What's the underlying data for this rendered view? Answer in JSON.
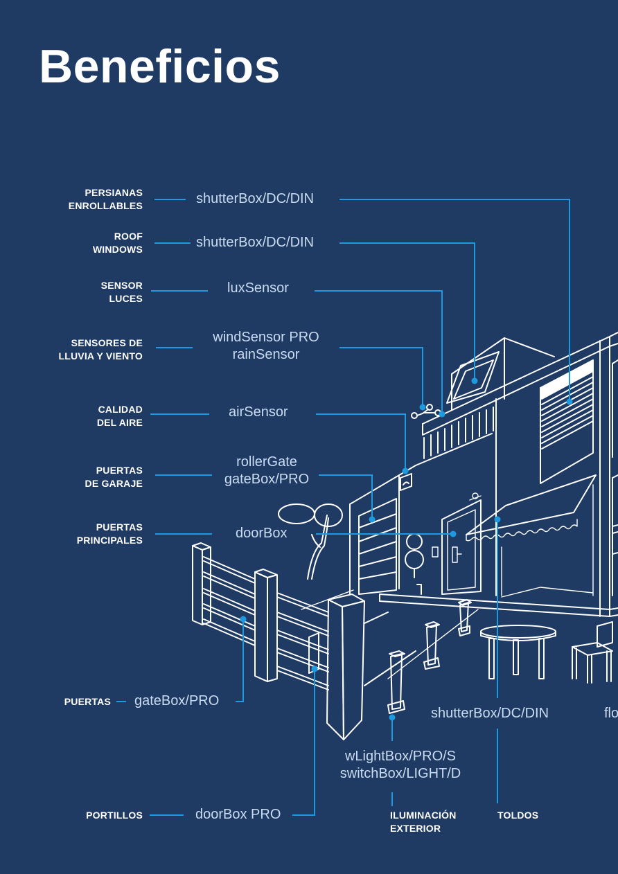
{
  "page": {
    "title": "Beneficios",
    "colors": {
      "background": "#1f3a63",
      "accent": "#1e9be0",
      "product_text": "#c9dcf2",
      "category_text": "#ffffff",
      "illustration": "#ffffff"
    }
  },
  "callouts": [
    {
      "id": "persianas",
      "category": [
        "PERSIANAS",
        "ENROLLABLES"
      ],
      "products": [
        "shutterBox/DC/DIN"
      ]
    },
    {
      "id": "roof-windows",
      "category": [
        "ROOF",
        "WINDOWS"
      ],
      "products": [
        "shutterBox/DC/DIN"
      ]
    },
    {
      "id": "sensor-luces",
      "category": [
        "SENSOR",
        "LUCES"
      ],
      "products": [
        "luxSensor"
      ]
    },
    {
      "id": "lluvia-viento",
      "category": [
        "SENSORES DE",
        "LLUVIA Y VIENTO"
      ],
      "products": [
        "windSensor PRO",
        "rainSensor"
      ]
    },
    {
      "id": "calidad-aire",
      "category": [
        "CALIDAD",
        "DEL AIRE"
      ],
      "products": [
        "airSensor"
      ]
    },
    {
      "id": "garaje",
      "category": [
        "PUERTAS",
        "DE GARAJE"
      ],
      "products": [
        "rollerGate",
        "gateBox/PRO"
      ]
    },
    {
      "id": "principales",
      "category": [
        "PUERTAS",
        "PRINCIPALES"
      ],
      "products": [
        "doorBox"
      ]
    },
    {
      "id": "puertas",
      "category": [
        "PUERTAS"
      ],
      "products": [
        "gateBox/PRO"
      ]
    },
    {
      "id": "portillos",
      "category": [
        "PORTILLOS"
      ],
      "products": [
        "doorBox PRO"
      ]
    },
    {
      "id": "iluminacion",
      "category": [
        "ILUMINACIÓN",
        "EXTERIOR"
      ],
      "products": [
        "wLightBox/PRO/S",
        "switchBox/LIGHT/D"
      ]
    },
    {
      "id": "toldos",
      "category": [
        "TOLDOS"
      ],
      "products": [
        "shutterBox/DC/DIN"
      ]
    },
    {
      "id": "floor-cut",
      "category": [],
      "products": [
        "flo"
      ]
    }
  ]
}
